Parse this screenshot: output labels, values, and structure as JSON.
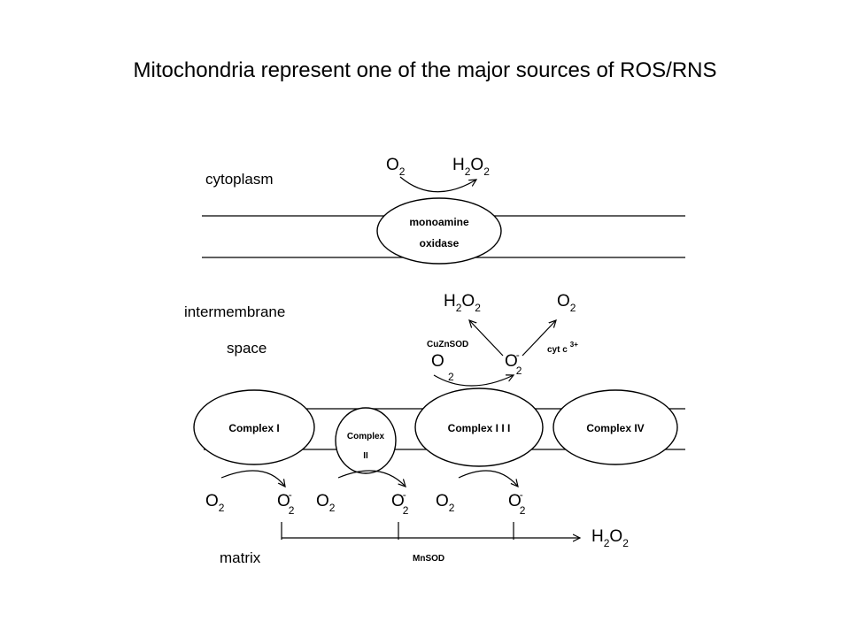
{
  "title": "Mitochondria represent one of the major sources of ROS/RNS",
  "regions": {
    "cytoplasm": "cytoplasm",
    "intermembrane_1": "intermembrane",
    "intermembrane_2": "space",
    "matrix": "matrix"
  },
  "proteins": {
    "mao_1": "monoamine",
    "mao_2": "oxidase",
    "complex1": "Complex I",
    "complex2_1": "Complex",
    "complex2_2": "II",
    "complex3": "Complex I I I",
    "complex4": "Complex IV"
  },
  "enzymes": {
    "cuznsod": "CuZnSOD",
    "cytc": "cyt c",
    "cytc_sup": "3+",
    "mnsod": "MnSOD"
  },
  "chem": {
    "O": "O",
    "H": "H",
    "two": "2",
    "minus": "-"
  }
}
